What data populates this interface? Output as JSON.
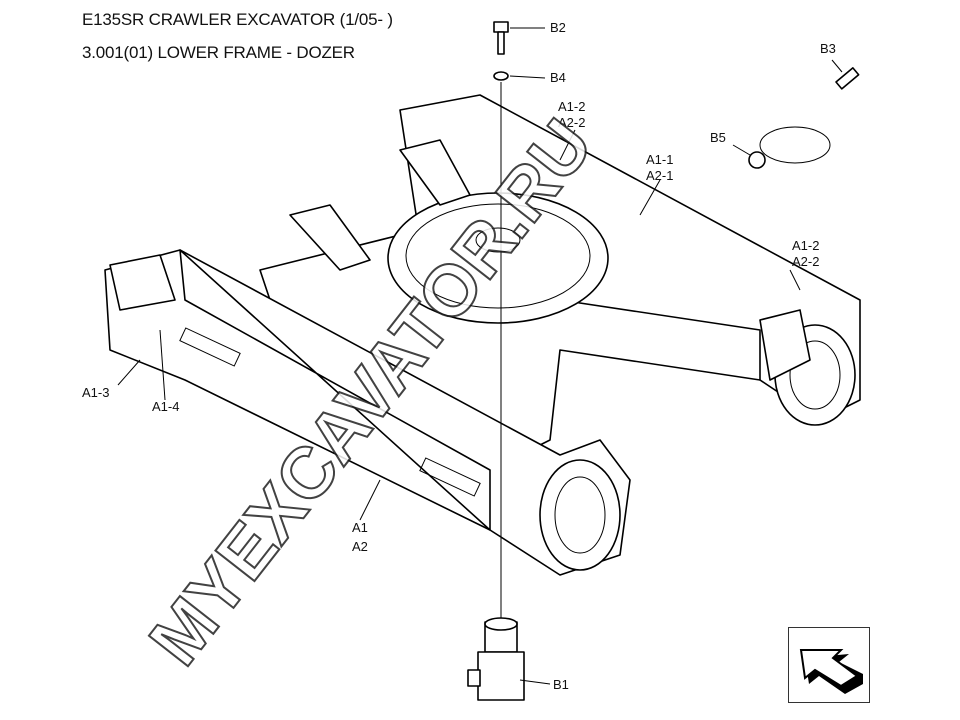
{
  "header": {
    "title": "E135SR CRAWLER EXCAVATOR (1/05- )",
    "subtitle": "3.001(01) LOWER FRAME - DOZER"
  },
  "callouts": {
    "b2": "B2",
    "b4": "B4",
    "b3": "B3",
    "b5": "B5",
    "a1_2_top": "A1-2",
    "a2_2_top": "A2-2",
    "a1_1": "A1-1",
    "a2_1": "A2-1",
    "a1_2_right": "A1-2",
    "a2_2_right": "A2-2",
    "a1_3": "A1-3",
    "a1_4": "A1-4",
    "a1": "A1",
    "a2": "A2",
    "b1": "B1"
  },
  "watermark": "MYEXCAVATOR.RU",
  "nav": {
    "icon": "arrow-back-icon"
  }
}
